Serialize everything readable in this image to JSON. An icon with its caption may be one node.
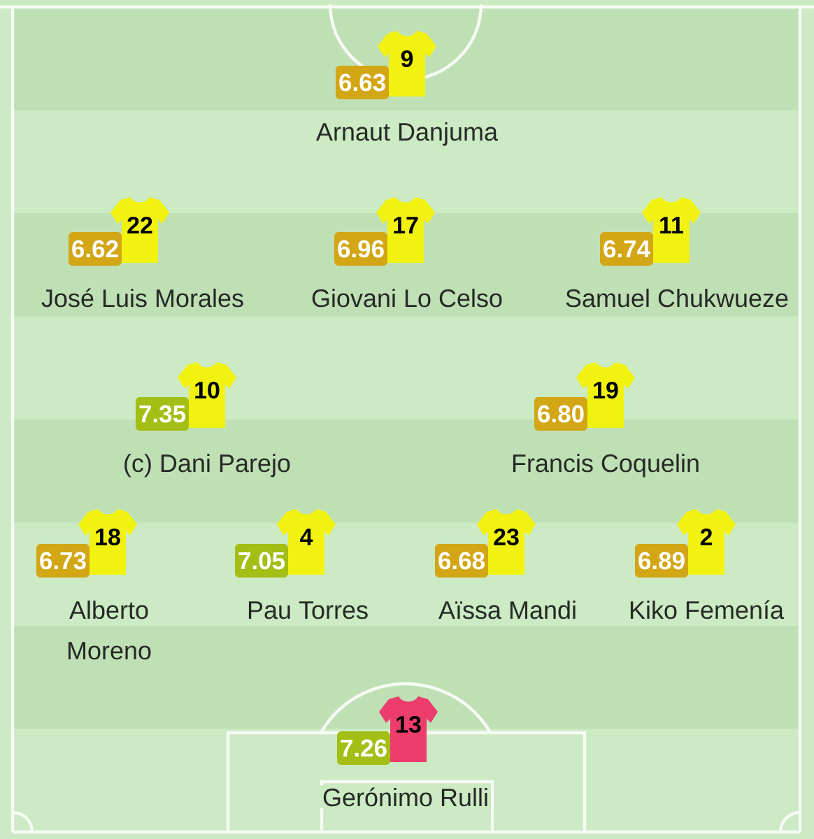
{
  "diagram": {
    "nodes": [
      {
        "text": [
          "6.63"
        ]
      },
      {
        "text": [
          "9"
        ],
        "beside": [
          "Arnaut Danjuma"
        ]
      },
      {
        "text": [
          "6.62"
        ]
      },
      {
        "text": [
          "22"
        ],
        "beside": [
          "José Luis Morales"
        ]
      },
      {
        "text": [
          "6.96"
        ]
      },
      {
        "text": [
          "17"
        ],
        "beside": [
          "Giovani Lo Celso"
        ]
      },
      {
        "text": [
          "6.74"
        ]
      },
      {
        "text": [
          "11"
        ],
        "beside": [
          "Samuel Chukwueze"
        ]
      },
      {
        "text": [
          "7.35"
        ]
      },
      {
        "text": [
          "10"
        ],
        "beside": [
          "(c) Dani Parejo"
        ]
      },
      {
        "text": [
          "6.80"
        ]
      },
      {
        "text": [
          "19"
        ],
        "beside": [
          "Francis Coquelin"
        ]
      },
      {
        "text": [
          "6.73"
        ]
      },
      {
        "text": [
          "18"
        ],
        "beside": [
          "Alberto Moreno"
        ]
      },
      {
        "text": [
          "7.05"
        ]
      },
      {
        "text": [
          "4"
        ],
        "beside": [
          "Pau Torres"
        ]
      },
      {
        "text": [
          "6.68"
        ]
      },
      {
        "text": [
          "23"
        ],
        "beside": [
          "Aïssa Mandi"
        ]
      },
      {
        "text": [
          "6.89"
        ]
      },
      {
        "text": [
          "2"
        ],
        "beside": [
          "Kiko Femenía"
        ]
      },
      {
        "text": [
          "7.26"
        ]
      },
      {
        "text": [
          "13"
        ],
        "beside": [
          "Gerónimo Rulli"
        ]
      }
    ]
  }
}
